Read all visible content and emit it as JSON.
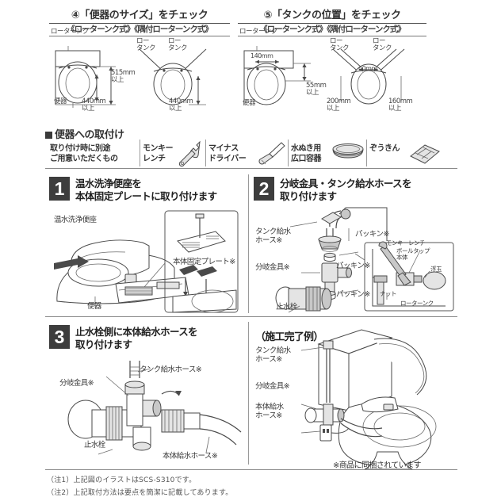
{
  "top_checks": [
    {
      "heading": "④「便器のサイズ」をチェック",
      "subheading_left": "《ローターンク式》",
      "subheading": "《ローターンク式》《隅付ローターンク式》",
      "diagrams": [
        {
          "tank_label": "ローターンク",
          "bowl_label": "便器",
          "dim_vertical": "515mm",
          "dim_vertical_note": "以上",
          "dim_horizontal": "440mm",
          "dim_horizontal_note": "以上"
        },
        {
          "tank_label_a": "ロー",
          "tank_label_b": "タンク",
          "tank_label_c": "ロー",
          "tank_label_d": "タンク",
          "dim_horizontal": "440mm",
          "dim_horizontal_note": "以上"
        }
      ]
    },
    {
      "heading": "⑤「タンクの位置」をチェック",
      "subheading": "《ローターンク式》《隅付ローターンク式》",
      "diagrams": [
        {
          "tank_label": "ローターンク",
          "bowl_label": "便器",
          "dim_top": "140mm",
          "dim_vertical": "55mm",
          "dim_vertical_note": "以上"
        },
        {
          "tank_label_a": "ロー",
          "tank_label_b": "タンク",
          "tank_label_c": "ロー",
          "tank_label_d": "タンク",
          "dim_top": "40mm",
          "dim_left": "200mm",
          "dim_left_note": "以上",
          "dim_right": "160mm",
          "dim_right_note": "以上"
        }
      ]
    }
  ],
  "section": {
    "title": "便器への取付け",
    "tools_note_line1": "取り付け時に別途",
    "tools_note_line2": "ご用意いただくもの",
    "tools": [
      {
        "name_line1": "モンキー",
        "name_line2": "レンチ",
        "icon": "wrench-icon"
      },
      {
        "name_line1": "マイナス",
        "name_line2": "ドライバー",
        "icon": "screwdriver-icon"
      },
      {
        "name_line1": "水ぬき用",
        "name_line2": "広口容器",
        "icon": "basin-icon"
      },
      {
        "name_line1": "ぞうきん",
        "name_line2": "",
        "icon": "cloth-icon"
      }
    ]
  },
  "steps": [
    {
      "number": "1",
      "title_line1": "温水洗浄便座を",
      "title_line2": "本体固定プレートに取り付けます",
      "labels": {
        "seat": "温水洗浄便座",
        "bowl": "便器",
        "plate": "本体固定プレート※"
      }
    },
    {
      "number": "2",
      "title_line1": "分岐金具・タンク給水ホースを",
      "title_line2": "取り付けます",
      "labels": {
        "tank_hose_line1": "タンク給水",
        "tank_hose_line2": "ホース※",
        "packing_1": "パッキン※",
        "packing_2": "パッキン※",
        "packing_3": "パッキン※",
        "branch_fitting": "分岐金具※",
        "stopcock": "止水栓"
      },
      "inset": {
        "wrench": "モンキーレンチ",
        "ball_tap_line1": "ボールタップ",
        "ball_tap_line2": "本体",
        "float": "浮玉",
        "nut": "ナット",
        "low_tank": "ローターンク"
      }
    },
    {
      "number": "3",
      "title_line1": "止水栓側に本体給水ホースを",
      "title_line2": "取り付けます",
      "labels": {
        "branch_fitting": "分岐金具※",
        "tank_hose": "タンク給水ホース※",
        "stopcock": "止水栓",
        "body_hose": "本体給水ホース※"
      }
    }
  ],
  "completed": {
    "title": "（施工完了例）",
    "labels": {
      "tank_hose_line1": "タンク給水",
      "tank_hose_line2": "ホース※",
      "branch_fitting": "分岐金具※",
      "body_hose_line1": "本体給水",
      "body_hose_line2": "ホース※"
    },
    "included_note": "※商品に同梱されています"
  },
  "footnotes": [
    "（注1）上記図のイラストはSCS-S310です。",
    "（注2）上記取付方法は要点を簡潔に記載してあります。"
  ],
  "colors": {
    "ink": "#3a3a3a",
    "badge": "#3d3d3d",
    "rule": "#8a8a8a",
    "paper": "#ffffff"
  }
}
